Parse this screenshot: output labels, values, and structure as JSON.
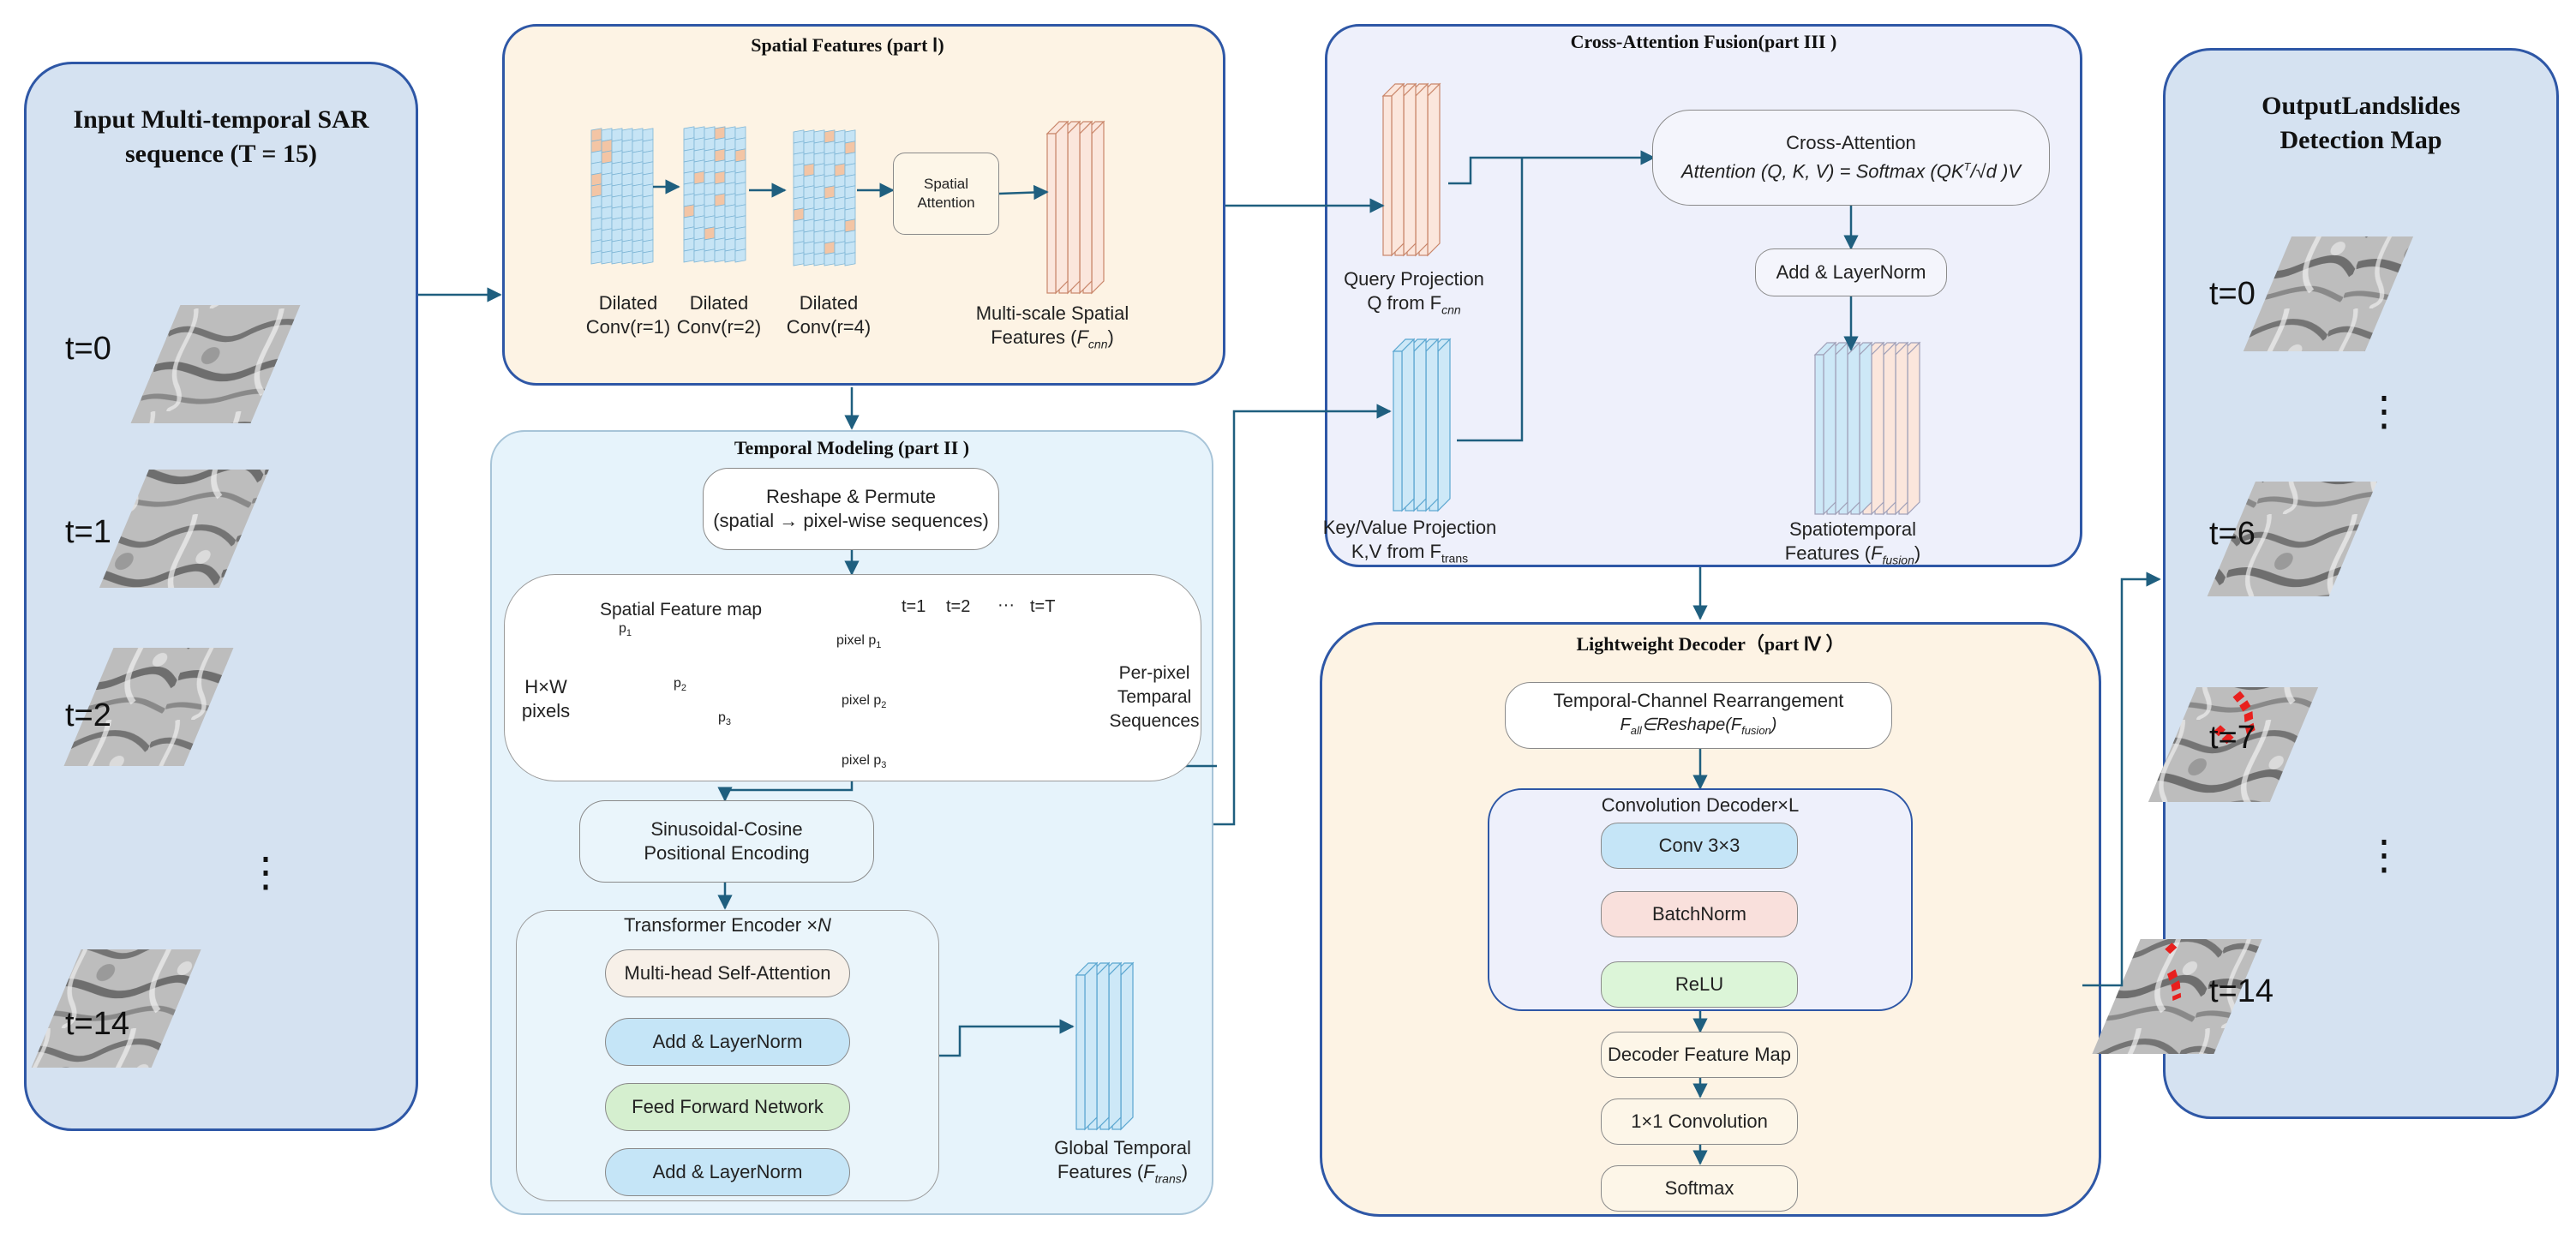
{
  "input": {
    "title_line1": "Input Multi-temporal SAR",
    "title_line2": "sequence (T = 15)",
    "t0": "t=0",
    "t1": "t=1",
    "t2": "t=2",
    "dots": "⋮",
    "t14": "t=14"
  },
  "spatial": {
    "title": "Spatial  Features (part Ⅰ)",
    "conv1_a": "Dilated",
    "conv1_b": "Conv(r=1)",
    "conv2_a": "Dilated",
    "conv2_b": "Conv(r=2)",
    "conv3_a": "Dilated",
    "conv3_b": "Conv(r=4)",
    "attn_a": "Spatial",
    "attn_b": "Attention",
    "ms_a": "Multi-scale Spatial",
    "ms_b": "Features (",
    "ms_sym": "F",
    "ms_sub": "cnn",
    "ms_c": ")"
  },
  "temporal": {
    "title": "Temporal Modeling  (part II )",
    "reshape_a": "Reshape & Permute",
    "reshape_b": "(spatial → pixel-wise sequences)",
    "sfm": "Spatial Feature map",
    "hw_a": "H×W",
    "hw_b": "pixels",
    "p1": "p",
    "p1s": "1",
    "p2": "p",
    "p2s": "2",
    "p3": "p",
    "p3s": "3",
    "pix1": "pixel p",
    "pix1s": "1",
    "pix2": "pixel p",
    "pix2s": "2",
    "pix3": "pixel p",
    "pix3s": "3",
    "t1": "t=1",
    "t2": "t=2",
    "tdots": "···",
    "tT": "t=T",
    "pp_a": "Per-pixel",
    "pp_b": "Temparal",
    "pp_c": "Sequences",
    "pe_a": "Sinusoidal-Cosine",
    "pe_b": "Positional Encoding",
    "enc_title": "Transformer Encoder ×",
    "enc_n": "N",
    "mhsa": "Multi-head Self-Attention",
    "addln1": "Add & LayerNorm",
    "ffn": "Feed Forward Network",
    "addln2": "Add & LayerNorm",
    "gt_a": "Global Temporal",
    "gt_b": "Features (",
    "gt_sym": "F",
    "gt_sub": "trans",
    "gt_c": ")"
  },
  "fusion": {
    "title": "Cross-Attention Fusion(part III )",
    "q_a": "Query Projection",
    "q_b": "Q  from F",
    "q_sub": "cnn",
    "kv_a": "Key/Value Projection",
    "kv_b": "K,V from F",
    "kv_sub": "trans",
    "ca_a": "Cross-Attention",
    "ca_formula": "Attention (Q, K, V) = Softmax (QK",
    "ca_sup": "T",
    "ca_tail": "/√d )V",
    "addln": "Add & LayerNorm",
    "st_a": "Spatiotemporal",
    "st_b": "Features (",
    "st_sym": "F",
    "st_sub": "fusion",
    "st_c": ")"
  },
  "decoder": {
    "title": "Lightweight  Decoder（part Ⅳ ）",
    "rearr_a": "Temporal-Channel Rearrangement",
    "rearr_b1": "F",
    "rearr_bsub": "all",
    "rearr_b2": "∈Reshape(F",
    "rearr_bsub2": "fusion",
    "rearr_b3": ")",
    "conv_title": "Convolution Decoder×L",
    "conv33": "Conv 3×3",
    "bn": "BatchNorm",
    "relu": "ReLU",
    "dfm": "Decoder Feature Map",
    "conv11": "1×1 Convolution",
    "softmax": "Softmax"
  },
  "output": {
    "title_line1": "OutputLandslides",
    "title_line2": "Detection Map",
    "t0": "t=0",
    "dots1": "⋮",
    "t6": "t=6",
    "t7": "t=7",
    "dots2": "⋮",
    "t14": "t=14"
  },
  "colors": {
    "panel_border": "#2e57a6",
    "input_fill": "#d5e2f1",
    "spatial_fill": "#fdf3e4",
    "temporal_fill": "#e6f3fb",
    "fusion_fill": "#eef0fb",
    "decoder_fill": "#fdf3e4",
    "arrow": "#1f5f7f",
    "grid_blue": "#c6e4f5",
    "grid_orange": "#f3c5a5",
    "landslide_red": "#e8201e"
  }
}
